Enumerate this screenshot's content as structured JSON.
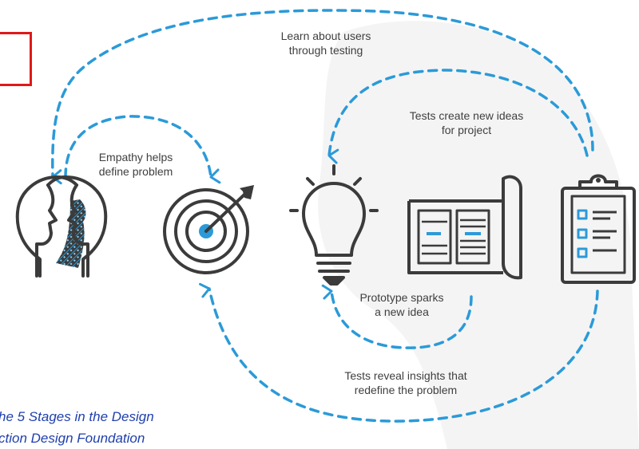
{
  "colors": {
    "arrow": "#2b9ad8",
    "icon_stroke": "#3b3b3b",
    "accent_blue": "#2b9ad8",
    "highlight_box": "#e01919",
    "caption_text": "#1f3fae",
    "label_text": "#3f3f3f"
  },
  "icons": [
    "two-heads-icon",
    "target-icon",
    "lightbulb-icon",
    "blueprint-icon",
    "clipboard-icon"
  ],
  "labels": {
    "learn": [
      "Learn about users",
      "through testing"
    ],
    "tests_create": [
      "Tests create new ideas",
      "for project"
    ],
    "empathy": [
      "Empathy helps",
      "define problem"
    ],
    "prototype": [
      "Prototype sparks",
      "a new idea"
    ],
    "tests_reveal": [
      "Tests reveal insights that",
      "redefine the problem"
    ]
  },
  "caption": {
    "line1": "he 5 Stages in the Design",
    "line2": "ction Design Foundation"
  }
}
